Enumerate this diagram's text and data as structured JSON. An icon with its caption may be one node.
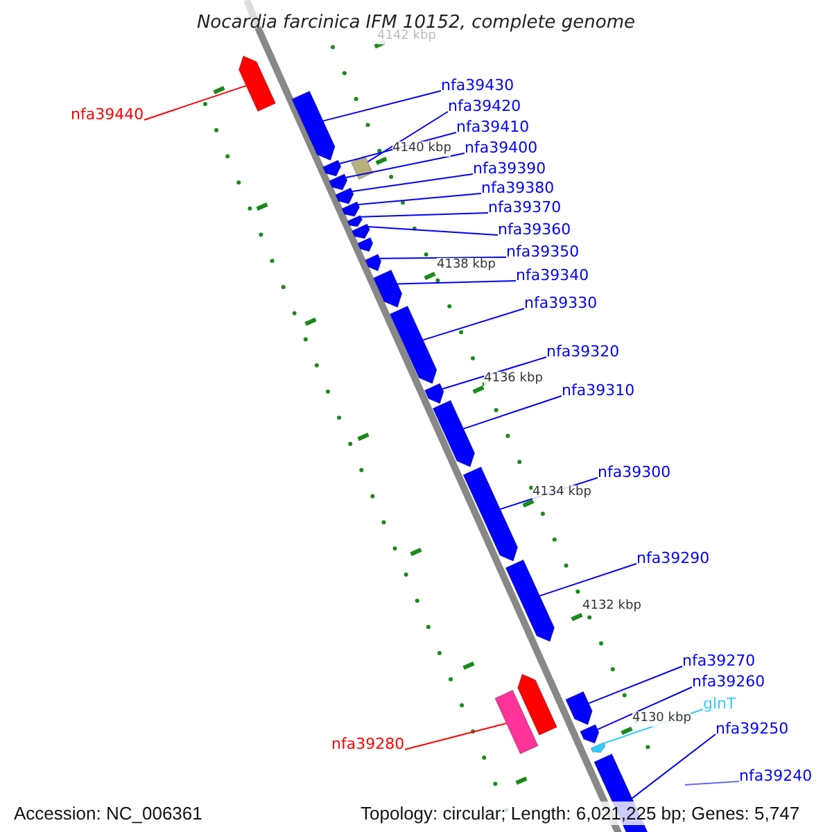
{
  "diagram": {
    "title": "Nocardia farcinica IFM 10152, complete genome",
    "nodes": [
      {
        "text": [
          "nfa39440"
        ]
      },
      {
        "text": [
          "nfa39430"
        ]
      },
      {
        "text": [
          "nfa39420"
        ]
      },
      {
        "text": [
          "nfa39410"
        ]
      },
      {
        "text": [
          "nfa39400"
        ]
      },
      {
        "text": [
          "nfa39390"
        ]
      },
      {
        "text": [
          "nfa39380"
        ]
      },
      {
        "text": [
          "nfa39370"
        ]
      },
      {
        "text": [
          "nfa39360"
        ]
      },
      {
        "text": [
          "nfa39350"
        ]
      },
      {
        "text": [
          "nfa39340"
        ]
      },
      {
        "text": [
          "nfa39330"
        ]
      },
      {
        "text": [
          "nfa39320"
        ]
      },
      {
        "text": [
          "nfa39310"
        ]
      },
      {
        "text": [
          "nfa39300"
        ]
      },
      {
        "text": [
          "nfa39290"
        ]
      },
      {
        "text": [
          "nfa39270"
        ]
      },
      {
        "text": [
          "nfa39260"
        ]
      },
      {
        "text": [
          "glnT"
        ]
      },
      {
        "text": [
          "nfa39280"
        ]
      },
      {
        "text": [
          "nfa39250"
        ]
      },
      {
        "text": [
          "nfa39240"
        ]
      },
      {
        "text": [],
        "shape": "arrow"
      },
      {
        "text": [],
        "shape": "arrow"
      },
      {
        "text": [],
        "shape": "bar"
      },
      {
        "text": [],
        "shape": "arrow"
      },
      {
        "text": [],
        "shape": "arrow"
      },
      {
        "text": [],
        "shape": "arrow"
      },
      {
        "text": [],
        "shape": "arrow"
      },
      {
        "text": [],
        "shape": "arrow"
      },
      {
        "text": [],
        "shape": "arrow"
      },
      {
        "text": [],
        "shape": "arrow"
      },
      {
        "text": [],
        "shape": "arrow"
      },
      {
        "text": [],
        "shape": "arrow"
      },
      {
        "text": [],
        "shape": "arrow"
      },
      {
        "text": [],
        "shape": "arrow"
      },
      {
        "text": [],
        "shape": "arrow"
      },
      {
        "text": [],
        "shape": "arrow"
      },
      {
        "text": [],
        "shape": "arrow"
      },
      {
        "text": [],
        "shape": "bar"
      },
      {
        "text": [],
        "shape": "arrow"
      },
      {
        "text": [],
        "shape": "arrow"
      },
      {
        "text": [],
        "shape": "arrow"
      },
      {
        "text": [],
        "shape": "arrow"
      },
      {
        "text": [],
        "shape": "arrow"
      }
    ],
    "edges": [
      {
        "from": 0,
        "to": 22,
        "arrow": "none",
        "color": "#ff0000"
      },
      {
        "from": 1,
        "to": 23,
        "arrow": "none"
      },
      {
        "from": 2,
        "to": 24,
        "arrow": "none"
      },
      {
        "from": 3,
        "to": 25,
        "arrow": "none"
      },
      {
        "from": 4,
        "to": 26,
        "arrow": "none"
      },
      {
        "from": 5,
        "to": 27,
        "arrow": "none"
      },
      {
        "from": 6,
        "to": 28,
        "arrow": "none"
      },
      {
        "from": 7,
        "to": 29,
        "arrow": "none"
      },
      {
        "from": 8,
        "to": 30,
        "arrow": "none"
      },
      {
        "from": 9,
        "to": 32,
        "arrow": "none"
      },
      {
        "from": 10,
        "to": 33,
        "arrow": "none"
      },
      {
        "from": 11,
        "to": 34,
        "arrow": "none"
      },
      {
        "from": 12,
        "to": 35,
        "arrow": "none"
      },
      {
        "from": 13,
        "to": 36,
        "arrow": "none"
      },
      {
        "from": 14,
        "to": 37,
        "arrow": "none"
      },
      {
        "from": 15,
        "to": 38,
        "arrow": "none"
      },
      {
        "from": 16,
        "to": 41,
        "arrow": "none"
      },
      {
        "from": 17,
        "to": 42,
        "arrow": "none"
      },
      {
        "from": 18,
        "to": 43,
        "arrow": "none",
        "color": "#33ccff"
      },
      {
        "from": 19,
        "to": 39,
        "arrow": "none",
        "color": "#ff0000"
      },
      {
        "from": 20,
        "to": 44,
        "arrow": "none"
      },
      {
        "from": 21,
        "to": null,
        "arrow": "none"
      }
    ],
    "labels": [
      "4142 kbp",
      "4140 kbp",
      "4138 kbp",
      "4136 kbp",
      "4134 kbp",
      "4132 kbp",
      "4130 kbp",
      "Accession: NC_006361",
      "Topology: circular; Length: 6,021,225 bp; Genes: 5,747"
    ]
  }
}
